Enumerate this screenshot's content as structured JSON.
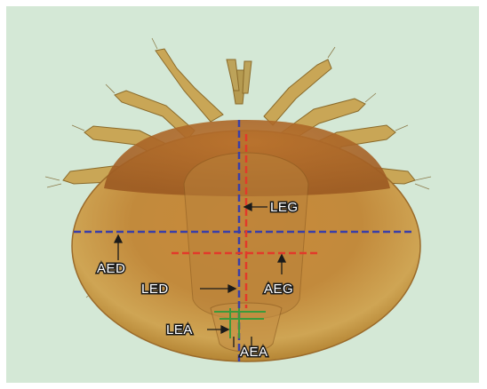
{
  "labels": {
    "leg": "LEG",
    "aed": "AED",
    "led": "LED",
    "aeg": "AEG",
    "lea": "LEA",
    "aea": "AEA"
  },
  "colors": {
    "background": "#d4e8d6",
    "body": "#c9a24a",
    "blue_axis": "#3a3fa8",
    "red_axis": "#e23a2a",
    "green_marker": "#3c9a3c"
  }
}
